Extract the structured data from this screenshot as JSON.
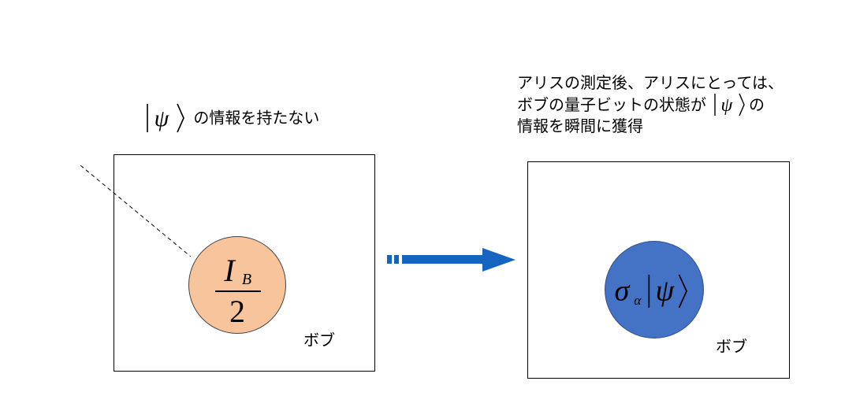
{
  "left": {
    "caption_ket": "ψ",
    "caption_text": "の情報を持たない",
    "state": {
      "numerator": "I",
      "subscript": "B",
      "denominator": "2"
    },
    "box_label": "ボブ",
    "circle_color": "#F8C49C"
  },
  "right": {
    "caption_line1": "アリスの測定後、アリスにとっては、",
    "caption_line2a": "ボブの量子ビットの状態が",
    "caption_ket": "ψ",
    "caption_line2b": "の",
    "caption_line3": "情報を瞬間に獲得",
    "state": {
      "operator": "σ",
      "subscript": "α",
      "ket": "ψ"
    },
    "box_label": "ボブ",
    "circle_color": "#4472C4"
  },
  "arrow_color": "#1565C0"
}
